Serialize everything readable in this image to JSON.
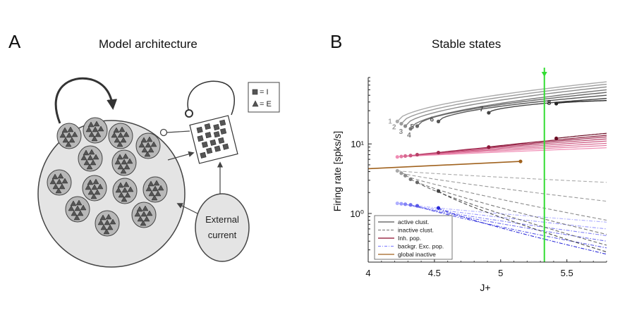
{
  "panel_a": {
    "letter": "A",
    "title": "Model architecture",
    "legend_i": "= I",
    "legend_e": "= E",
    "external_line1": "External",
    "external_line2": "current"
  },
  "panel_b": {
    "letter": "B",
    "title": "Stable states"
  },
  "chart_data": {
    "type": "line",
    "title": "Stable states",
    "xlabel": "J+",
    "ylabel": "Firing rate [spks/s]",
    "xlim": [
      4.0,
      5.8
    ],
    "ylim": [
      0.2,
      90
    ],
    "yscale": "log",
    "x_ticks": [
      4,
      4.5,
      5,
      5.5
    ],
    "x_tick_labels": [
      "4",
      "4.5",
      "5",
      "5.5"
    ],
    "y_ticks": [
      1,
      10
    ],
    "y_tick_labels": [
      "10⁰",
      "10¹"
    ],
    "grid": false,
    "legend_position": "bottom-left",
    "legend": [
      {
        "label": "active clust.",
        "style": "solid",
        "color": "#555555"
      },
      {
        "label": "inactive clust.",
        "style": "dashed",
        "color": "#888888"
      },
      {
        "label": "Inh. pop.",
        "style": "solid",
        "color": "#8b0a2a"
      },
      {
        "label": "backgr. Exc. pop.",
        "style": "dashdot",
        "color": "#8a8aff"
      },
      {
        "label": "global inactive",
        "style": "solid",
        "color": "#a0621e"
      }
    ],
    "marker_line": {
      "x": 5.33,
      "color": "#33dd33"
    },
    "active_series": [
      {
        "label": "1",
        "x0": 4.22,
        "r0": 21,
        "r1": 78,
        "color": "#aaaaaa"
      },
      {
        "label": "2",
        "x0": 4.25,
        "r0": 19.5,
        "r1": 72,
        "color": "#9a9a9a"
      },
      {
        "label": "3",
        "x0": 4.28,
        "r0": 18,
        "r1": 66,
        "color": "#8a8a8a"
      },
      {
        "label": "4",
        "x0": 4.32,
        "r0": 16.5,
        "r1": 60,
        "color": "#777777"
      },
      {
        "label": "5",
        "x0": 4.37,
        "r0": 18,
        "r1": 55,
        "color": "#666666"
      },
      {
        "label": "6",
        "x0": 4.53,
        "r0": 21,
        "r1": 50,
        "color": "#555555"
      },
      {
        "label": "7",
        "x0": 4.91,
        "r0": 28,
        "r1": 45,
        "color": "#444444"
      },
      {
        "label": "8",
        "x0": 5.42,
        "r0": 38,
        "r1": 42,
        "color": "#222222"
      }
    ],
    "inhibitory_series": [
      {
        "x0": 4.22,
        "r0": 6.5,
        "r1": 8.8,
        "color": "#f08cb4"
      },
      {
        "x0": 4.25,
        "r0": 6.6,
        "r1": 9.5,
        "color": "#e47aa2"
      },
      {
        "x0": 4.28,
        "r0": 6.7,
        "r1": 10.2,
        "color": "#d86890"
      },
      {
        "x0": 4.32,
        "r0": 6.8,
        "r1": 11.0,
        "color": "#cc5680"
      },
      {
        "x0": 4.37,
        "r0": 7.0,
        "r1": 11.8,
        "color": "#b84068"
      },
      {
        "x0": 4.53,
        "r0": 7.5,
        "r1": 12.6,
        "color": "#a02a50"
      },
      {
        "x0": 4.91,
        "r0": 9.0,
        "r1": 13.3,
        "color": "#8b1a3a"
      },
      {
        "x0": 5.42,
        "r0": 12.0,
        "r1": 14.2,
        "color": "#6a0a22"
      }
    ],
    "inactive_series": [
      {
        "x0": 4.22,
        "r0": 4.1,
        "r1": 2.8,
        "color": "#aaaaaa"
      },
      {
        "x0": 4.25,
        "r0": 3.8,
        "r1": 1.5,
        "color": "#9a9a9a"
      },
      {
        "x0": 4.28,
        "r0": 3.5,
        "r1": 0.8,
        "color": "#8a8a8a"
      },
      {
        "x0": 4.32,
        "r0": 3.1,
        "r1": 0.5,
        "color": "#777777"
      },
      {
        "x0": 4.37,
        "r0": 2.8,
        "r1": 0.35,
        "color": "#666666"
      },
      {
        "x0": 4.53,
        "r0": 2.1,
        "r1": 0.28,
        "color": "#444444"
      }
    ],
    "background_series": [
      {
        "x0": 4.22,
        "r0": 1.4,
        "r1": 0.75,
        "color": "#b0b0ff"
      },
      {
        "x0": 4.25,
        "r0": 1.38,
        "r1": 0.6,
        "color": "#9a9aff"
      },
      {
        "x0": 4.28,
        "r0": 1.36,
        "r1": 0.48,
        "color": "#8484f5"
      },
      {
        "x0": 4.32,
        "r0": 1.33,
        "r1": 0.4,
        "color": "#6e6eee"
      },
      {
        "x0": 4.37,
        "r0": 1.29,
        "r1": 0.32,
        "color": "#5858e6"
      },
      {
        "x0": 4.53,
        "r0": 1.2,
        "r1": 0.26,
        "color": "#2a2ad8"
      }
    ],
    "global_inactive": {
      "x": [
        4.0,
        5.15
      ],
      "y": [
        4.4,
        5.6
      ],
      "color": "#a0621e"
    }
  }
}
